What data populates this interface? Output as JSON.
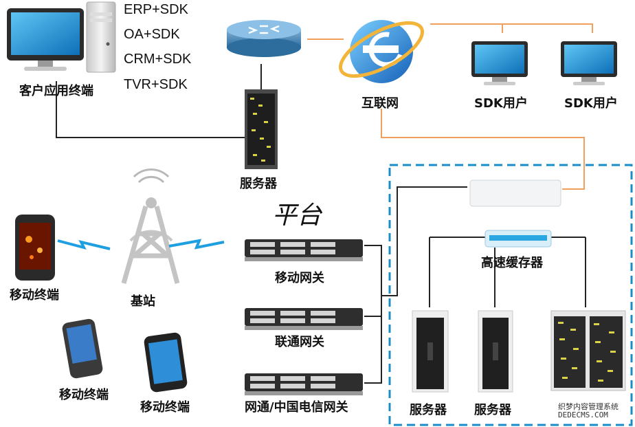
{
  "client": {
    "label": "客户应用终端",
    "apps": [
      "ERP+SDK",
      "OA+SDK",
      "CRM+SDK",
      "TVR+SDK"
    ]
  },
  "server_top": "服务器",
  "internet": "互联网",
  "sdk_users": [
    "SDK用户",
    "SDK用户"
  ],
  "platform": "平台",
  "base_station": "基站",
  "mobile_terminal": "移动终端",
  "gateways": [
    "移动网关",
    "联通网关",
    "网通/中国电信网关"
  ],
  "cache": "高速缓存器",
  "servers_bottom": [
    "服务器",
    "服务器"
  ],
  "watermark": [
    "织梦内容管理系统",
    "DEDECMS.COM"
  ],
  "colors": {
    "dashed_border": "#1a8cc8",
    "internet_link": "#f0a05a",
    "line": "#222222"
  }
}
